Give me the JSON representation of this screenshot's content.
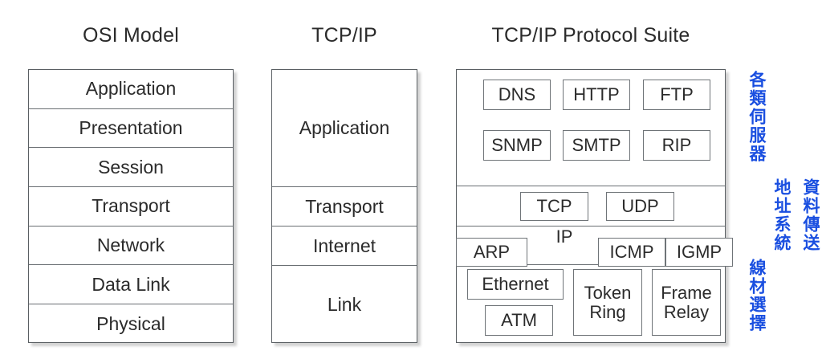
{
  "columns": {
    "osi": {
      "title": "OSI Model",
      "layers": [
        "Application",
        "Presentation",
        "Session",
        "Transport",
        "Network",
        "Data Link",
        "Physical"
      ]
    },
    "tcpip": {
      "title": "TCP/IP",
      "layers": [
        "Application",
        "Transport",
        "Internet",
        "Link"
      ]
    },
    "suite": {
      "title": "TCP/IP Protocol Suite",
      "bands": [
        {
          "layer": "Application",
          "protocols": [
            "DNS",
            "HTTP",
            "FTP",
            "SNMP",
            "SMTP",
            "RIP"
          ]
        },
        {
          "layer": "Transport",
          "protocols": [
            "TCP",
            "UDP"
          ]
        },
        {
          "layer": "Internet",
          "protocols": [
            "ARP",
            "IP",
            "ICMP",
            "IGMP"
          ]
        },
        {
          "layer": "Link",
          "protocols": [
            "Ethernet",
            "ATM",
            "Token Ring",
            "Frame Relay"
          ]
        }
      ]
    }
  },
  "annotations": {
    "color": "#1a4fe0",
    "items": [
      {
        "text": "各類伺服器"
      },
      {
        "text": "資料傳送"
      },
      {
        "text": "地址系統"
      },
      {
        "text": "線材選擇"
      }
    ]
  },
  "colors": {
    "box_border": "#5a5f63",
    "divider": "#6a6f73",
    "text": "#2b2b2b",
    "background": "#ffffff",
    "annotation": "#1a4fe0"
  }
}
